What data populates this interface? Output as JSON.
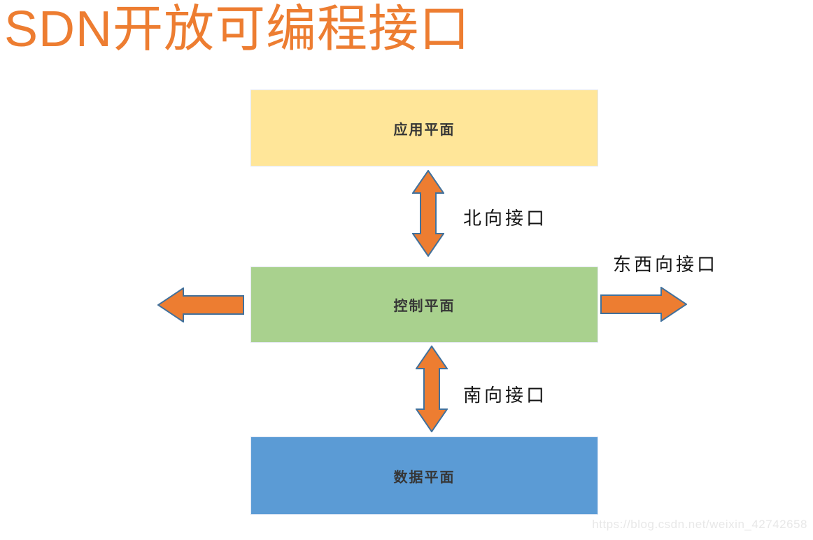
{
  "page": {
    "title": "SDN开放可编程接口",
    "watermark": "https://blog.csdn.net/weixin_42742658",
    "background": "#ffffff"
  },
  "colors": {
    "title": "#ED7D31",
    "arrow_fill": "#ED7D31",
    "arrow_border": "#41719C",
    "interface_label_text": "#141414",
    "plane_label_text": "#363636"
  },
  "planes": [
    {
      "id": "application-plane",
      "label": "应用平面",
      "fill": "#FFE699",
      "border": "#E2E7EF"
    },
    {
      "id": "control-plane",
      "label": "控制平面",
      "fill": "#A9D18E",
      "border": "#E2E7EF"
    },
    {
      "id": "data-plane",
      "label": "数据平面",
      "fill": "#5B9BD5",
      "border": "#DCE6F4"
    }
  ],
  "interfaces": [
    {
      "id": "northbound",
      "label": "北向接口",
      "direction": "vertical",
      "between": [
        "application-plane",
        "control-plane"
      ]
    },
    {
      "id": "southbound",
      "label": "南向接口",
      "direction": "vertical",
      "between": [
        "control-plane",
        "data-plane"
      ]
    },
    {
      "id": "east-west",
      "label": "东西向接口",
      "direction": "horizontal",
      "between": [
        "control-plane",
        "control-plane"
      ]
    }
  ]
}
